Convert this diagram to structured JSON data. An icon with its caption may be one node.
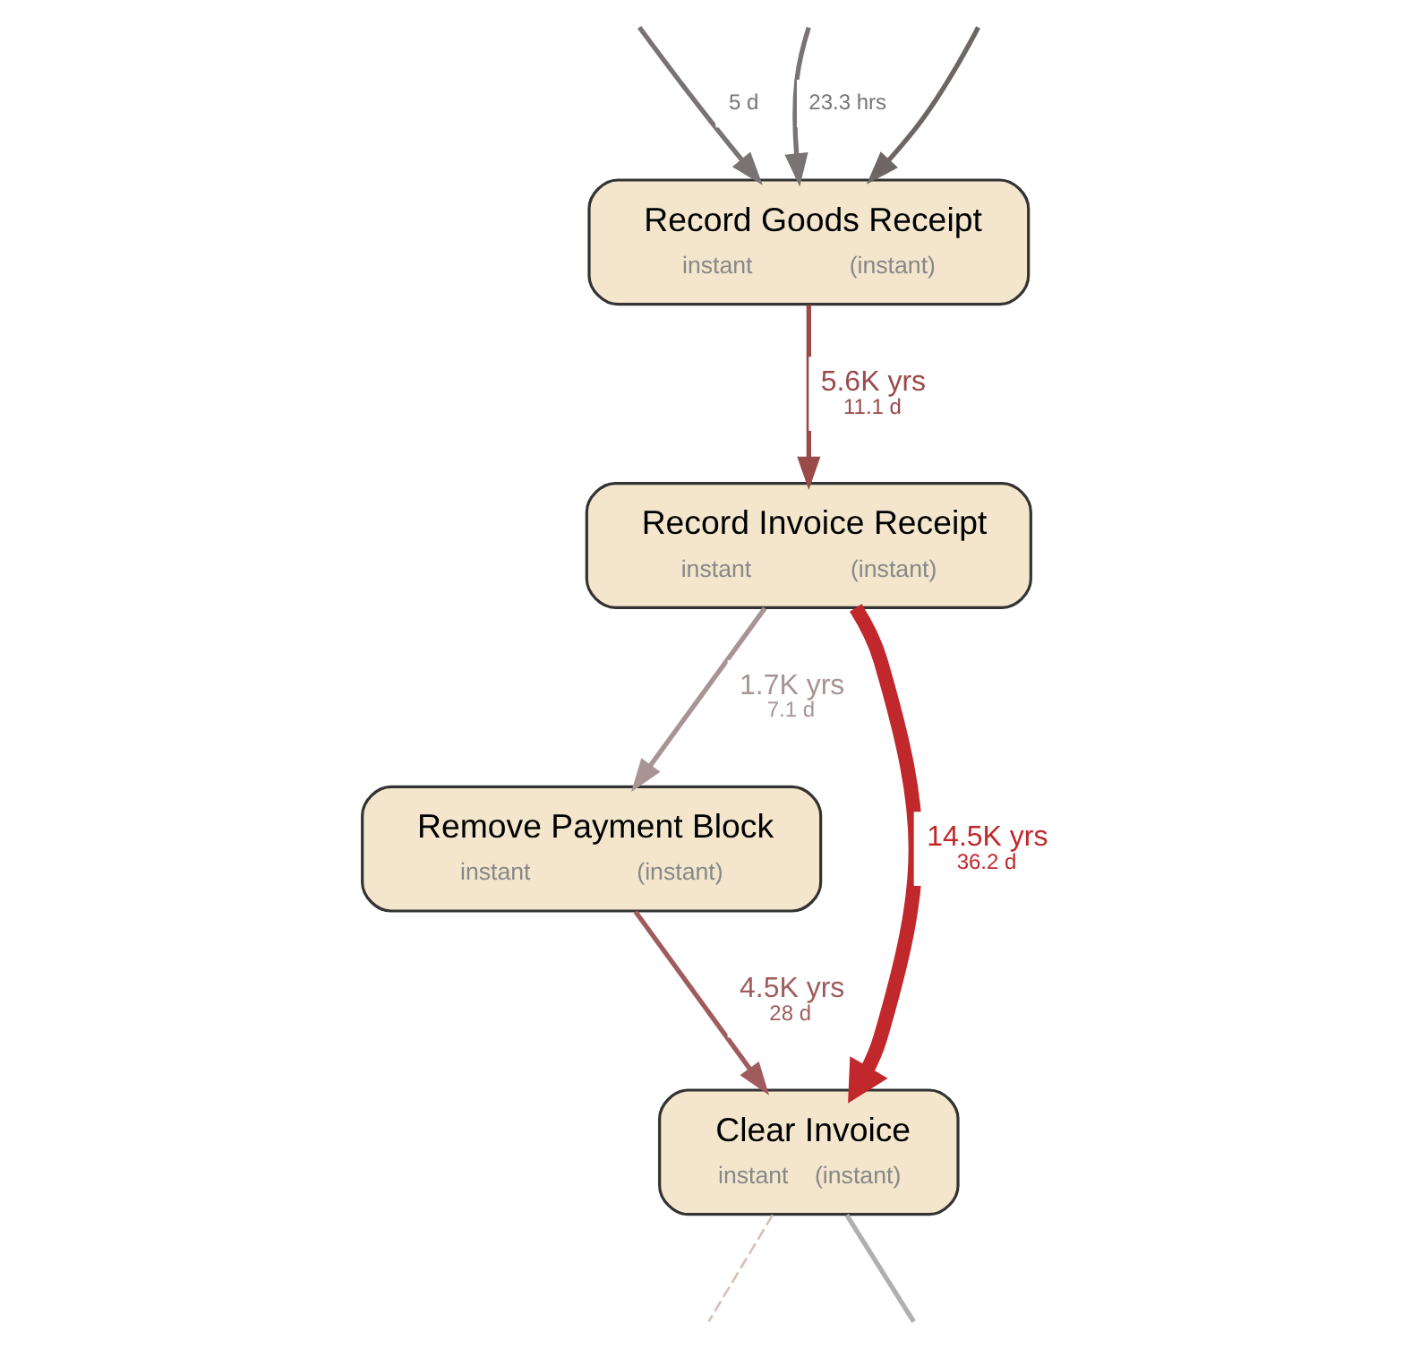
{
  "diagram": {
    "nodes": [
      {
        "text": [
          "Record Goods Receipt",
          "instant",
          "(instant)"
        ]
      },
      {
        "text": [
          "Record Invoice Receipt",
          "instant",
          "(instant)"
        ]
      },
      {
        "text": [
          "Remove Payment Block",
          "instant",
          "(instant)"
        ]
      },
      {
        "text": [
          "Clear Invoice",
          "instant",
          "(instant)"
        ]
      }
    ],
    "edges": [
      {
        "from": null,
        "to": 0,
        "arrow": "to",
        "label": [
          "5 d"
        ],
        "color": "#7a7373"
      },
      {
        "from": null,
        "to": 0,
        "arrow": "to",
        "label": [
          "23.3 hrs"
        ],
        "color": "#7a7373"
      },
      {
        "from": null,
        "to": 0,
        "arrow": "to",
        "color": "#6e6565"
      },
      {
        "from": 0,
        "to": 1,
        "arrow": "to",
        "label": [
          "5.6K yrs",
          "11.1 d"
        ],
        "color": "#9b4a4a"
      },
      {
        "from": 1,
        "to": 3,
        "arrow": "to",
        "label": [
          "14.5K yrs",
          "36.2 d"
        ],
        "color": "#c0282c",
        "style": "thick"
      },
      {
        "from": 1,
        "to": 2,
        "arrow": "to",
        "label": [
          "1.7K yrs",
          "7.1 d"
        ],
        "color": "#a89494"
      },
      {
        "from": 2,
        "to": 3,
        "arrow": "to",
        "label": [
          "4.5K yrs",
          "28 d"
        ],
        "color": "#a05c5c"
      },
      {
        "from": 3,
        "to": null,
        "arrow": "none",
        "color": "#b0b0b0"
      },
      {
        "from": 3,
        "to": null,
        "arrow": "none",
        "color": "#d8c0b8",
        "style": "dashed"
      }
    ]
  }
}
